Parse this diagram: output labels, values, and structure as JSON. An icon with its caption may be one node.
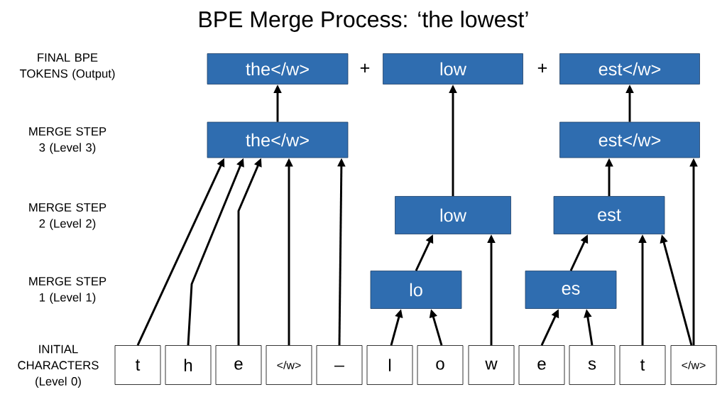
{
  "diagram": {
    "title": "BPE Merge Process: ‘the lowest’",
    "nodes": [
      {
        "text": [
          "the</w>"
        ]
      },
      {
        "text": [
          "low"
        ]
      },
      {
        "text": [
          "est</w>"
        ]
      },
      {
        "text": [
          "the</w>"
        ]
      },
      {
        "text": [
          "est</w>"
        ]
      },
      {
        "text": [
          "low"
        ]
      },
      {
        "text": [
          "est"
        ]
      },
      {
        "text": [
          "lo"
        ]
      },
      {
        "text": [
          "es"
        ]
      },
      {
        "text": [
          "t"
        ]
      },
      {
        "text": [
          "h"
        ]
      },
      {
        "text": [
          "e"
        ]
      },
      {
        "text": [
          "</w>"
        ]
      },
      {
        "text": [
          "_"
        ]
      },
      {
        "text": [
          "l"
        ]
      },
      {
        "text": [
          "o"
        ]
      },
      {
        "text": [
          "w"
        ]
      },
      {
        "text": [
          "e"
        ]
      },
      {
        "text": [
          "s"
        ]
      },
      {
        "text": [
          "t"
        ]
      },
      {
        "text": [
          "</w>"
        ]
      }
    ],
    "edges": [
      {
        "from": 9,
        "to": 3,
        "arrow": "to"
      },
      {
        "from": 10,
        "to": 3,
        "arrow": "to"
      },
      {
        "from": 11,
        "to": 3,
        "arrow": "to"
      },
      {
        "from": 12,
        "to": 3,
        "arrow": "to"
      },
      {
        "from": 13,
        "to": 3,
        "arrow": "to"
      },
      {
        "from": 3,
        "to": 0,
        "arrow": "to"
      },
      {
        "from": 14,
        "to": 7,
        "arrow": "to"
      },
      {
        "from": 15,
        "to": 7,
        "arrow": "to"
      },
      {
        "from": 7,
        "to": 5,
        "arrow": "to"
      },
      {
        "from": 16,
        "to": 5,
        "arrow": "to"
      },
      {
        "from": 5,
        "to": 1,
        "arrow": "to"
      },
      {
        "from": 17,
        "to": 8,
        "arrow": "to"
      },
      {
        "from": 18,
        "to": 8,
        "arrow": "to"
      },
      {
        "from": 8,
        "to": 6,
        "arrow": "to"
      },
      {
        "from": 19,
        "to": 6,
        "arrow": "to"
      },
      {
        "from": 20,
        "to": 6,
        "arrow": "to"
      },
      {
        "from": 20,
        "to": 4,
        "arrow": "to"
      },
      {
        "from": 6,
        "to": 4,
        "arrow": "to"
      },
      {
        "from": 4,
        "to": 2,
        "arrow": "to"
      }
    ],
    "labels": [
      "FINAL BPE TOKENS (Output)",
      "+",
      "+",
      "MERGE STEP 3 (Level 3)",
      "MERGE STEP 2 (Level 2)",
      "MERGE STEP 1 (Level 1)",
      "INITIAL CHARACTERS (Level 0)"
    ]
  }
}
